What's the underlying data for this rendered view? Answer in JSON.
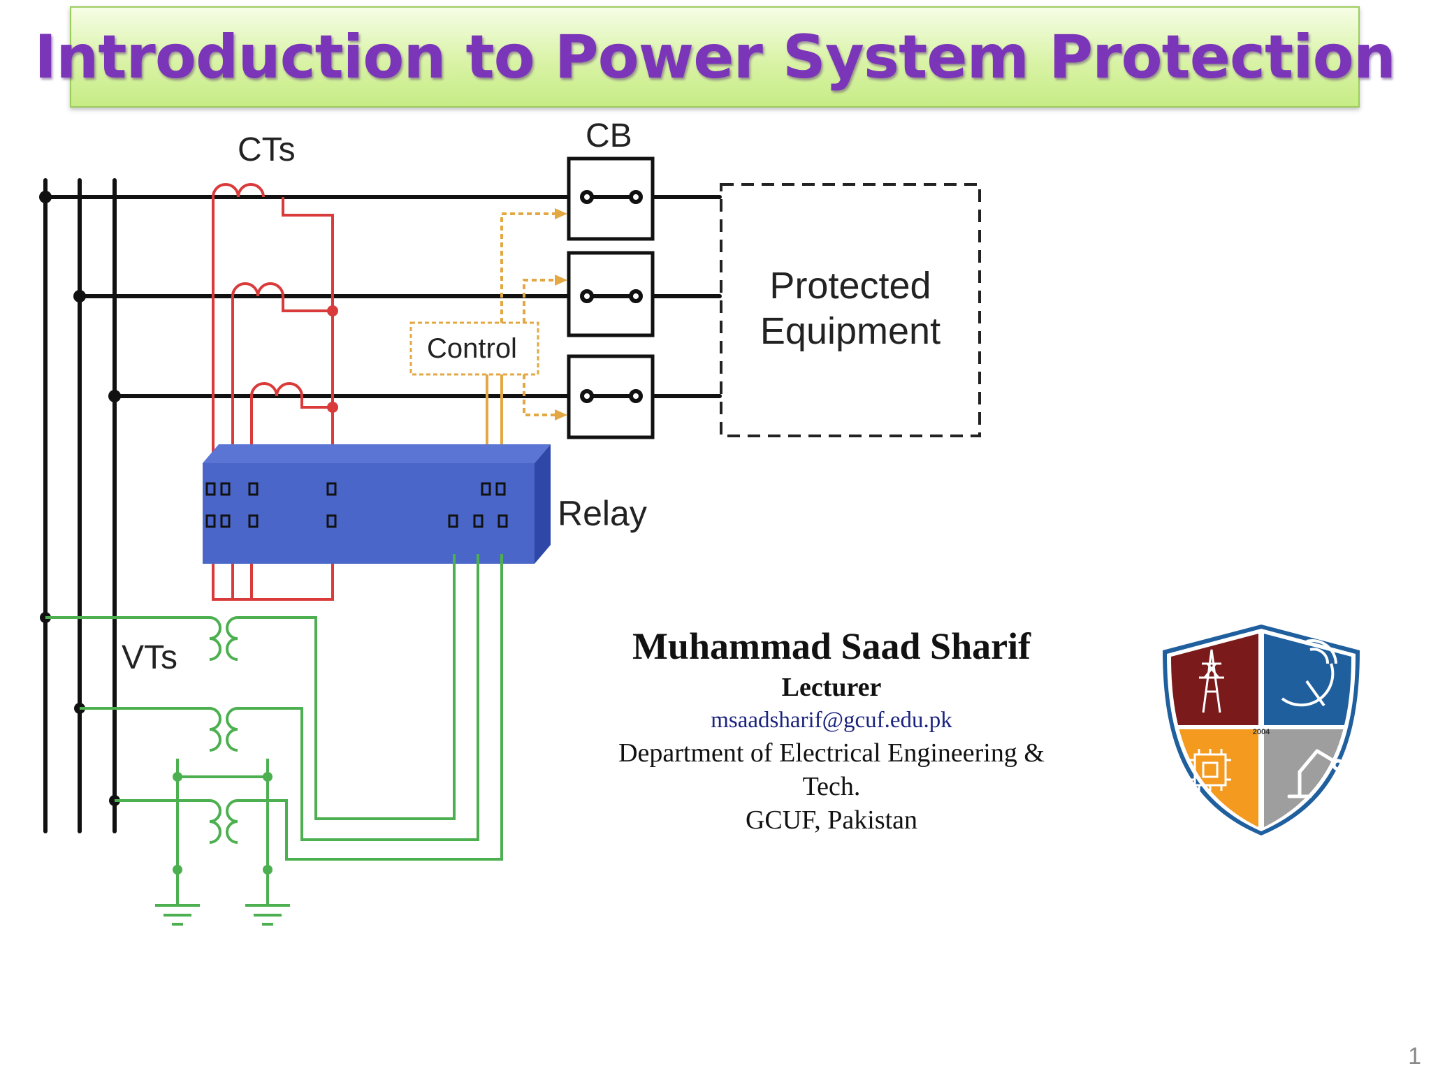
{
  "slide": {
    "title": "Introduction to Power System Protection",
    "page_number": "1"
  },
  "diagram": {
    "labels": {
      "cts": "CTs",
      "cb": "CB",
      "control": "Control",
      "protected_equipment_line1": "Protected",
      "protected_equipment_line2": "Equipment",
      "relay": "Relay",
      "vts": "VTs"
    },
    "colors": {
      "bus": "#111111",
      "ct_wiring": "#d93a3a",
      "vt_wiring": "#4caf50",
      "control_wiring": "#e3a844",
      "relay": "#4a66c9"
    }
  },
  "author": {
    "name": "Muhammad Saad Sharif",
    "role": "Lecturer",
    "email": "msaadsharif@gcuf.edu.pk",
    "department_line1": "Department of Electrical Engineering &",
    "department_line2": "Tech.",
    "university": "GCUF, Pakistan"
  },
  "logo": {
    "icon": "university-shield-logo",
    "year": "2004",
    "colors": [
      "#7a1a1a",
      "#1f5f9e",
      "#f39a1f",
      "#9e9e9e"
    ]
  }
}
